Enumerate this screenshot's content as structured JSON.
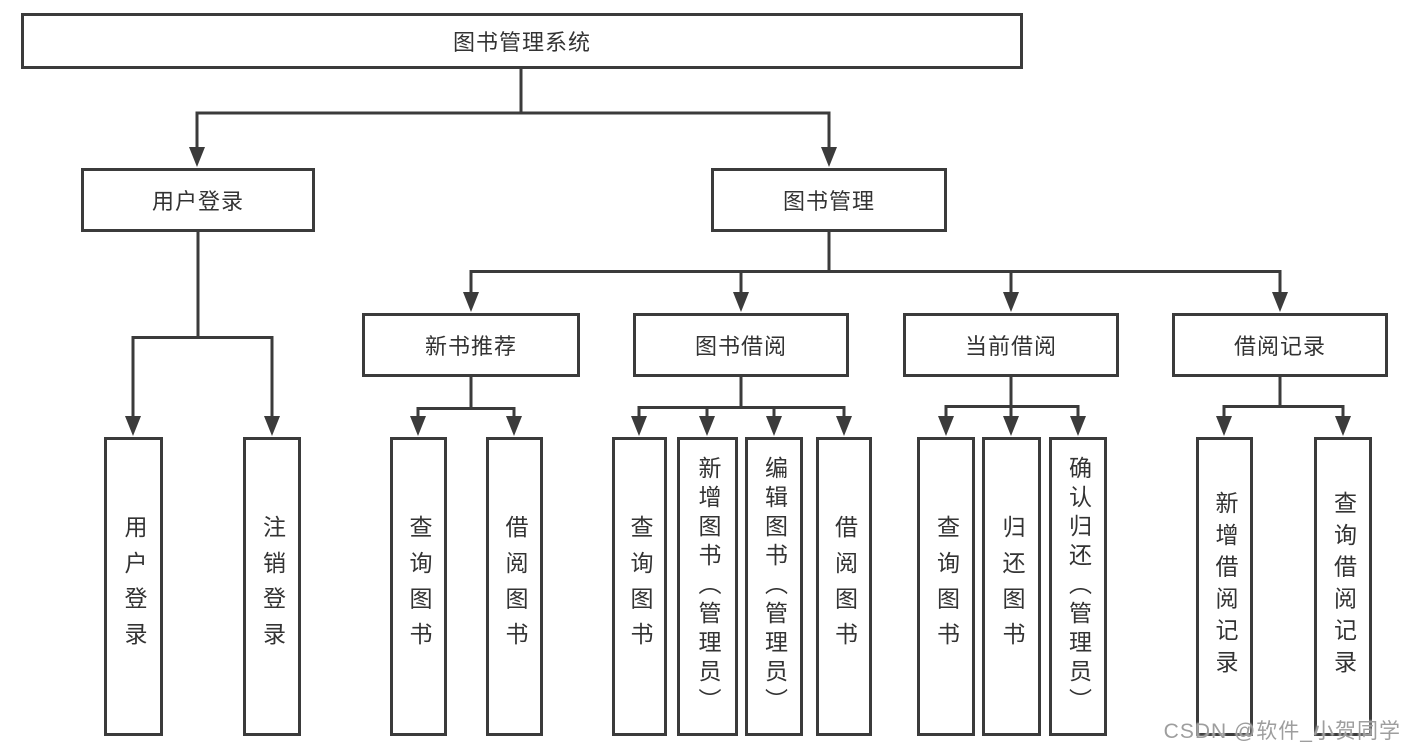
{
  "watermark": "CSDN @软件_小贺同学",
  "nodes": {
    "root": {
      "label": "图书管理系统"
    },
    "user_login": {
      "label": "用户登录",
      "parent": "root"
    },
    "book_management": {
      "label": "图书管理",
      "parent": "root"
    },
    "new_book_recommendation": {
      "label": "新书推荐",
      "parent": "book_management"
    },
    "book_borrowing": {
      "label": "图书借阅",
      "parent": "book_management"
    },
    "current_borrowing": {
      "label": "当前借阅",
      "parent": "book_management"
    },
    "borrowing_records": {
      "label": "借阅记录",
      "parent": "book_management"
    },
    "leaf_user_login": {
      "label": "用户登录",
      "parent": "user_login"
    },
    "leaf_logout": {
      "label": "注销登录",
      "parent": "user_login"
    },
    "leaf_query_books_rec": {
      "label": "查询图书",
      "parent": "new_book_recommendation"
    },
    "leaf_borrow_books_rec": {
      "label": "借阅图书",
      "parent": "new_book_recommendation"
    },
    "leaf_query_books_bor": {
      "label": "查询图书",
      "parent": "book_borrowing"
    },
    "leaf_add_books_admin": {
      "label": "新增图书（管理员）",
      "parent": "book_borrowing"
    },
    "leaf_edit_books_admin": {
      "label": "编辑图书（管理员）",
      "parent": "book_borrowing"
    },
    "leaf_borrow_books_bor": {
      "label": "借阅图书",
      "parent": "book_borrowing"
    },
    "leaf_query_books_cur": {
      "label": "查询图书",
      "parent": "current_borrowing"
    },
    "leaf_return_books": {
      "label": "归还图书",
      "parent": "current_borrowing"
    },
    "leaf_confirm_return_admin": {
      "label": "确认归还（管理员）",
      "parent": "current_borrowing"
    },
    "leaf_add_borrow_record": {
      "label": "新增借阅记录",
      "parent": "borrowing_records"
    },
    "leaf_query_borrow_record": {
      "label": "查询借阅记录",
      "parent": "borrowing_records"
    }
  }
}
